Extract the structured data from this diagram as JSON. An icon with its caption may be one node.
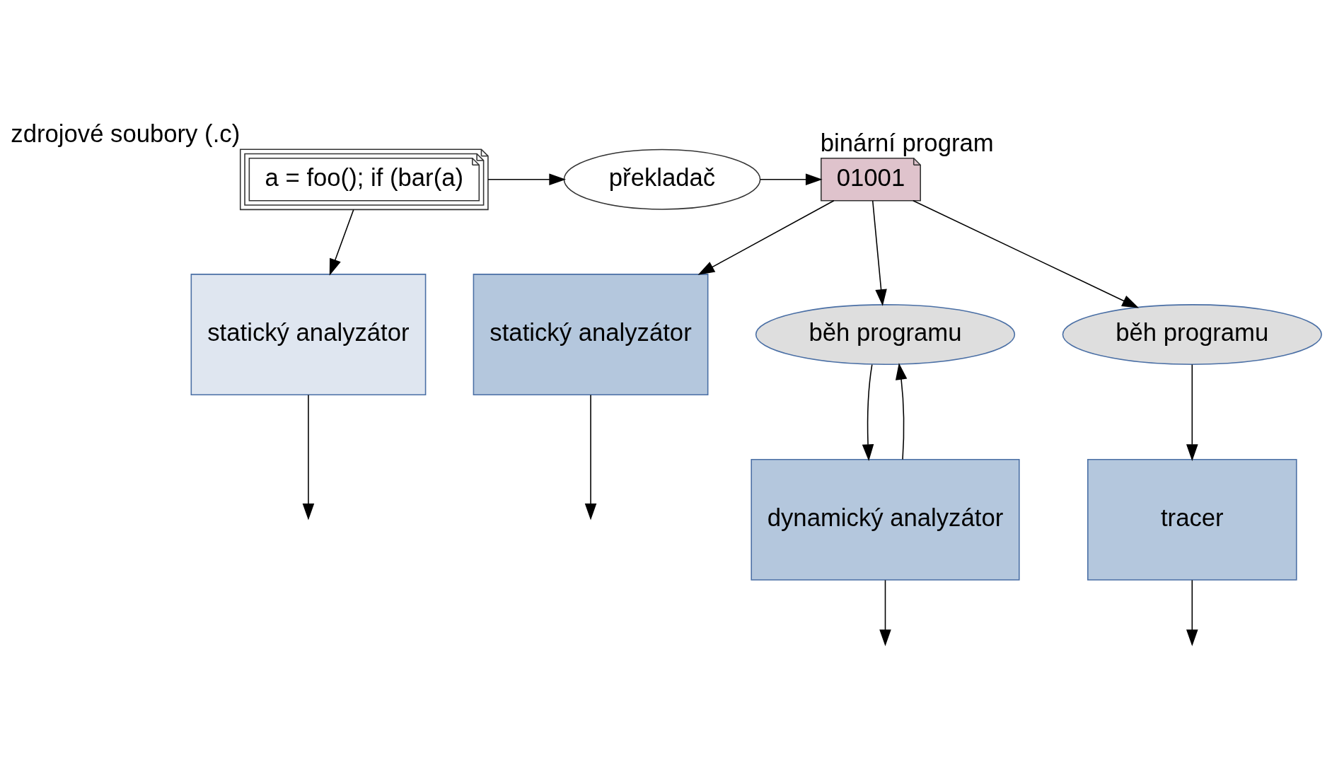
{
  "diagram": {
    "nodes": [
      {
        "text": [
          "a = foo(); if (bar(a)"
        ],
        "beside": [
          "zdrojové soubory (.c)"
        ]
      },
      {
        "text": [
          "překladač"
        ]
      },
      {
        "text": [
          "01001"
        ],
        "beside": [
          "binární program"
        ]
      },
      {
        "text": [
          "statický analyzátor"
        ]
      },
      {
        "text": [
          "statický analyzátor"
        ]
      },
      {
        "text": [
          "dynamický analyzátor"
        ]
      },
      {
        "text": [
          "běh programu"
        ]
      },
      {
        "text": [
          "běh programu"
        ]
      },
      {
        "text": [
          "tracer"
        ]
      }
    ],
    "edges": [
      {
        "from": 0,
        "to": 1,
        "arrow": "to"
      },
      {
        "from": 1,
        "to": 2,
        "arrow": "to"
      },
      {
        "from": 0,
        "to": 3,
        "arrow": "to"
      },
      {
        "from": 2,
        "to": 4,
        "arrow": "to"
      },
      {
        "from": 2,
        "to": 6,
        "arrow": "to"
      },
      {
        "from": 2,
        "to": 7,
        "arrow": "to"
      },
      {
        "from": 6,
        "to": 5,
        "arrow": "to"
      },
      {
        "from": 5,
        "to": 6,
        "arrow": "to"
      },
      {
        "from": 7,
        "to": 8,
        "arrow": "to"
      },
      {
        "from": 3,
        "to": null,
        "arrow": "to"
      },
      {
        "from": 4,
        "to": null,
        "arrow": "to"
      },
      {
        "from": 5,
        "to": null,
        "arrow": "to"
      },
      {
        "from": 8,
        "to": null,
        "arrow": "to"
      }
    ]
  }
}
